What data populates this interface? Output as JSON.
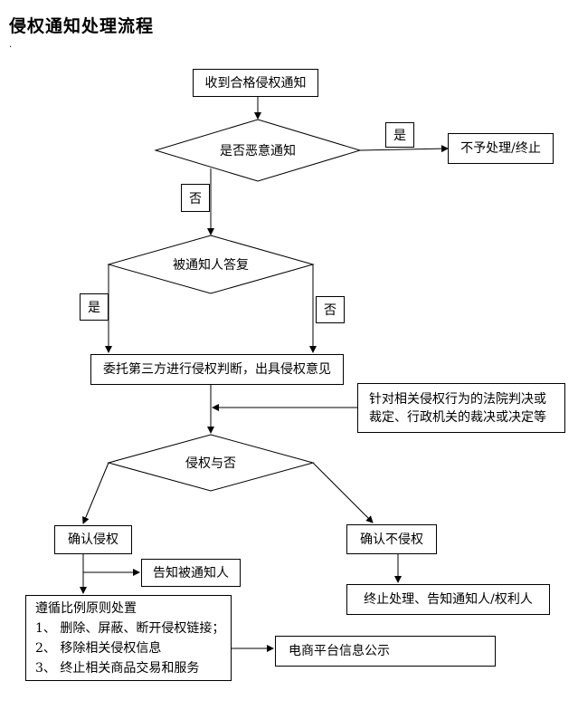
{
  "title": "侵权通知处理流程",
  "title_mark": ".",
  "nodes": {
    "start": "收到合格侵权通知",
    "malicious_q": "是否恶意通知",
    "reject": "不予处理/终止",
    "reply_q": "被通知人答复",
    "third_party": "委托第三方进行侵权判断，出具侵权意见",
    "court": {
      "line1": "针对相关侵权行为的法院判决或",
      "line2": "裁定、行政机关的裁决或决定等"
    },
    "infringe_q": "侵权与否",
    "confirm_yes": "确认侵权",
    "inform": "告知被通知人",
    "confirm_no": "确认不侵权",
    "terminate": "终止处理、告知通知人/权利人",
    "handle": {
      "head": "遵循比例原则处置",
      "item1": "1、 删除、屏蔽、断开侵权链接；",
      "item2": "2、  移除相关侵权信息",
      "item3": "3、  终止相关商品交易和服务"
    },
    "publish": "电商平台信息公示"
  },
  "labels": {
    "yes_malicious": "是",
    "no_malicious": "否",
    "yes_reply": "是",
    "no_reply": "否"
  }
}
